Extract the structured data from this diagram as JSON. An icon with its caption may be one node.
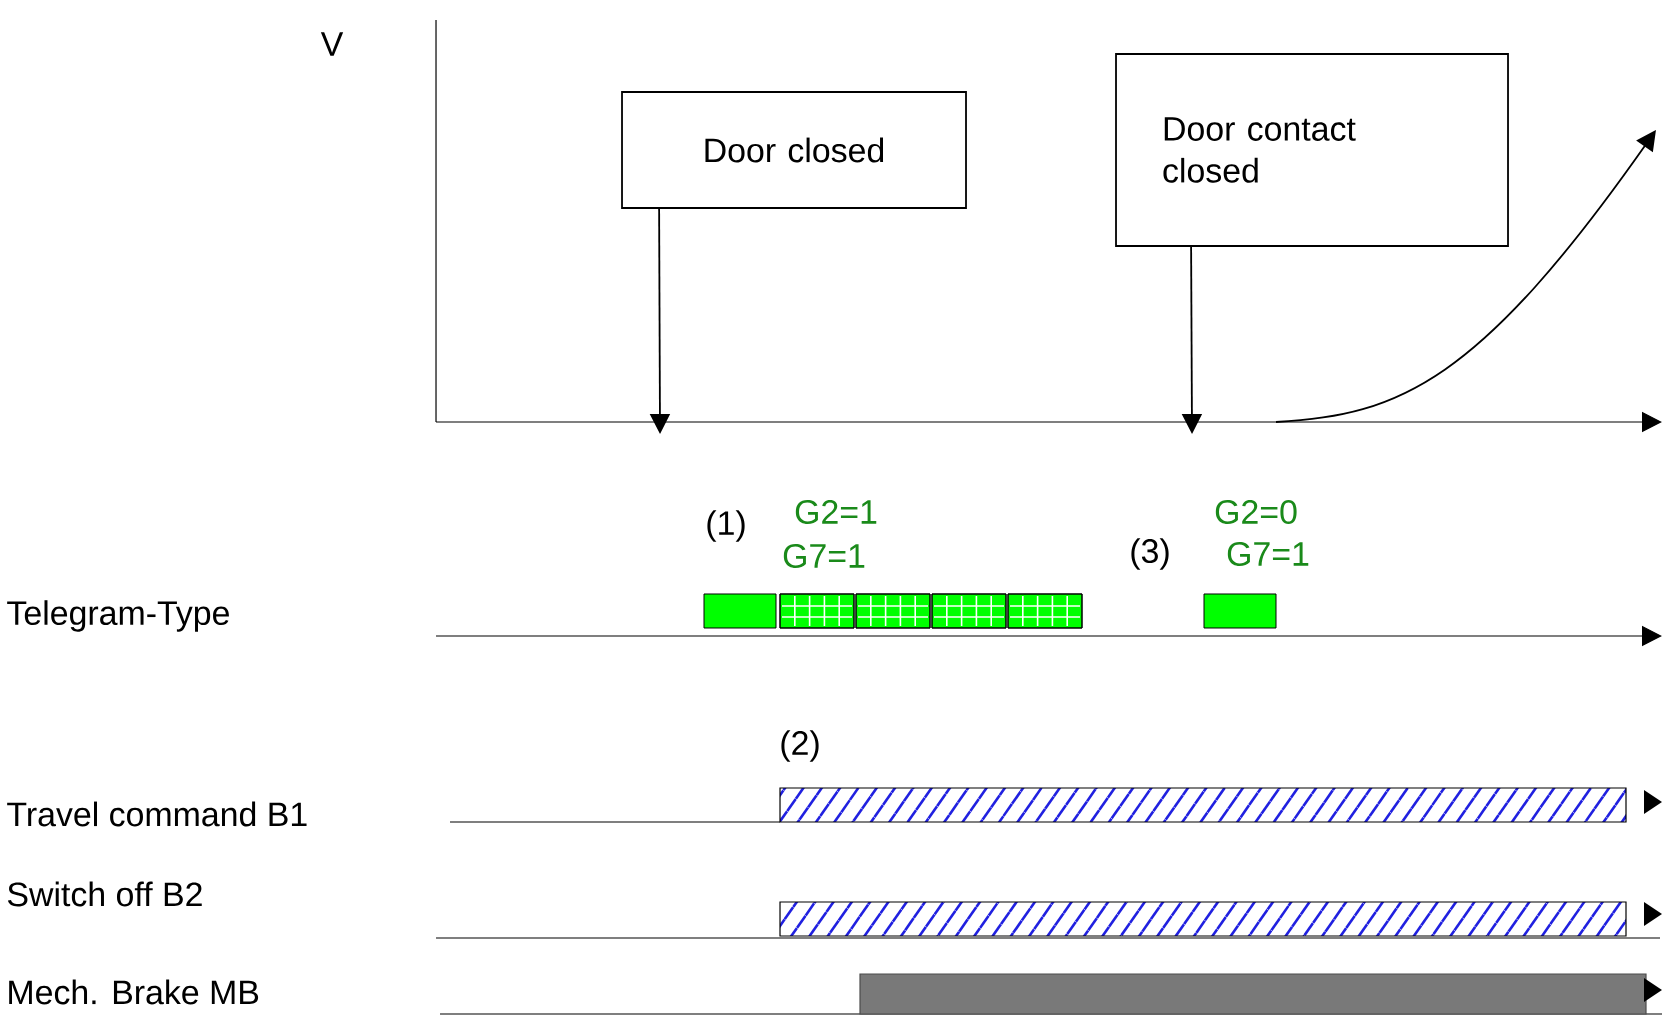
{
  "diagram": {
    "nodes": [
      {
        "text": [
          "Door closed"
        ]
      },
      {
        "text": [
          "Door contact closed"
        ]
      }
    ],
    "edges": [
      {
        "from": 0,
        "to": null,
        "arrow": "to"
      },
      {
        "from": 1,
        "to": null,
        "arrow": "to"
      }
    ],
    "labels": [
      "V",
      "(1)",
      "G2=1",
      "G7=1",
      "G2=0",
      "(3)",
      "G7=1",
      "Telegram-Type",
      "(2)",
      "Travel command B1",
      "Switch off B2",
      "Mech. Brake MB"
    ]
  }
}
